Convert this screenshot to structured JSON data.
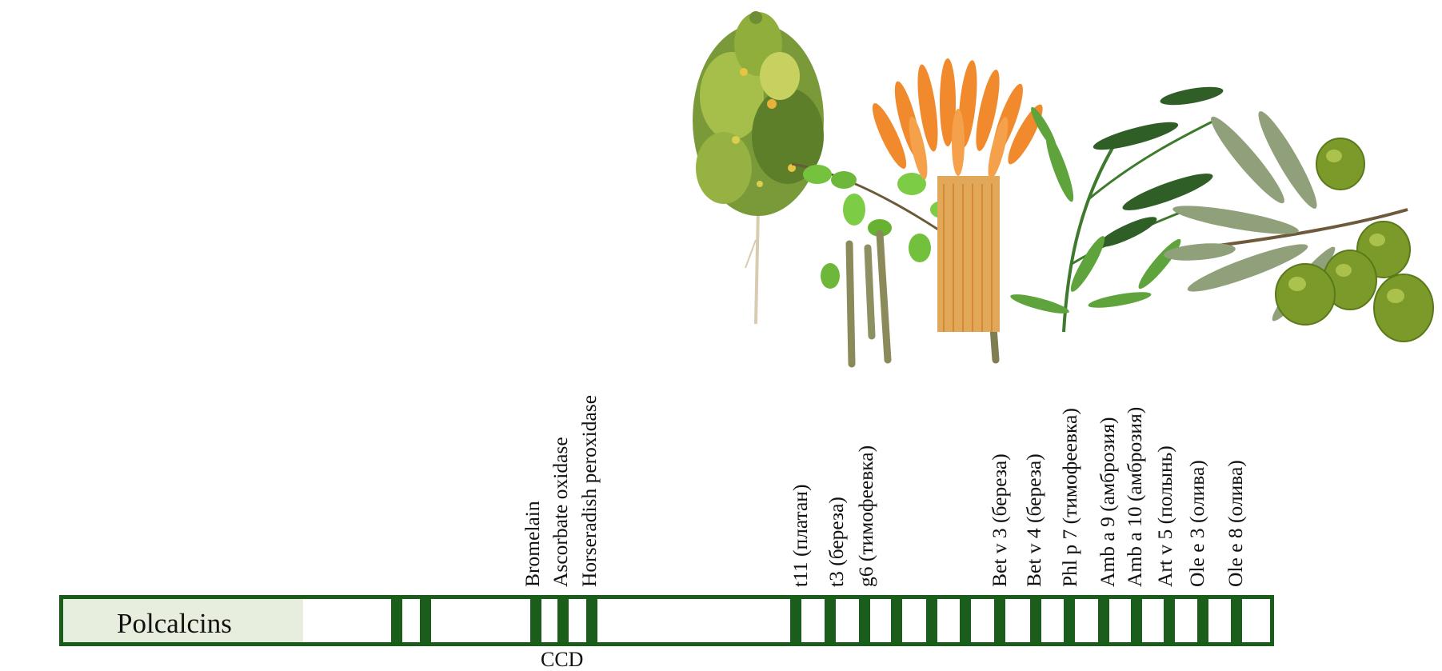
{
  "diagram": {
    "bar_title": "Polcalcins",
    "bottom_label": "CCD",
    "colors": {
      "bar_border": "#1a5c1a",
      "stripe": "#1b5e1b",
      "title_cell_fill": "#e8eedd"
    },
    "labels": [
      "Bromelain",
      "Ascorbate oxidase",
      "Horseradish peroxidase",
      "t11 (платан)",
      "t3 (береза)",
      "g6 (тимофеевка)",
      "Bet v 3 (береза)",
      "Bet v 4 (береза)",
      "Phl p 7 (тимофеевка)",
      "Amb a 9 (амброзия)",
      "Amb a 10 (амброзия)",
      "Art v 5 (полынь)",
      "Ole e 3 (олива)",
      "Ole e 8 (олива)"
    ],
    "images": [
      "birch-tree",
      "birch-branch-with-catkins",
      "timothy-grass",
      "ragweed-wormwood",
      "olive-branch"
    ]
  }
}
